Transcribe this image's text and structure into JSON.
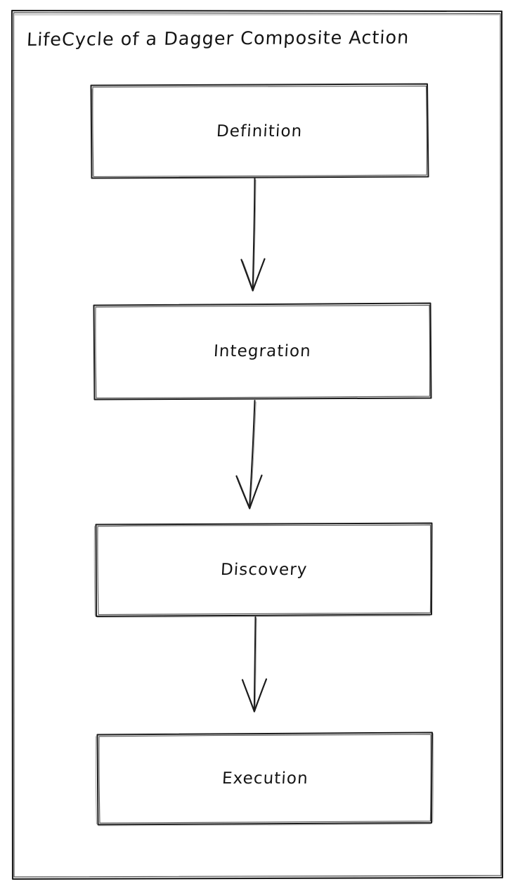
{
  "diagram": {
    "title": "LifeCycle of a Dagger Composite Action",
    "style": "hand-drawn-sketch",
    "background_color": "#ffffff",
    "stroke_color": "#1c1c1c",
    "text_color": "#141414",
    "nodes": [
      {
        "id": "definition",
        "label": "Definition"
      },
      {
        "id": "integration",
        "label": "Integration"
      },
      {
        "id": "discovery",
        "label": "Discovery"
      },
      {
        "id": "execution",
        "label": "Execution"
      }
    ],
    "edges": [
      {
        "from": "definition",
        "to": "integration",
        "arrow": "down-arrow"
      },
      {
        "from": "integration",
        "to": "discovery",
        "arrow": "down-arrow"
      },
      {
        "from": "discovery",
        "to": "execution",
        "arrow": "down-arrow"
      }
    ]
  }
}
